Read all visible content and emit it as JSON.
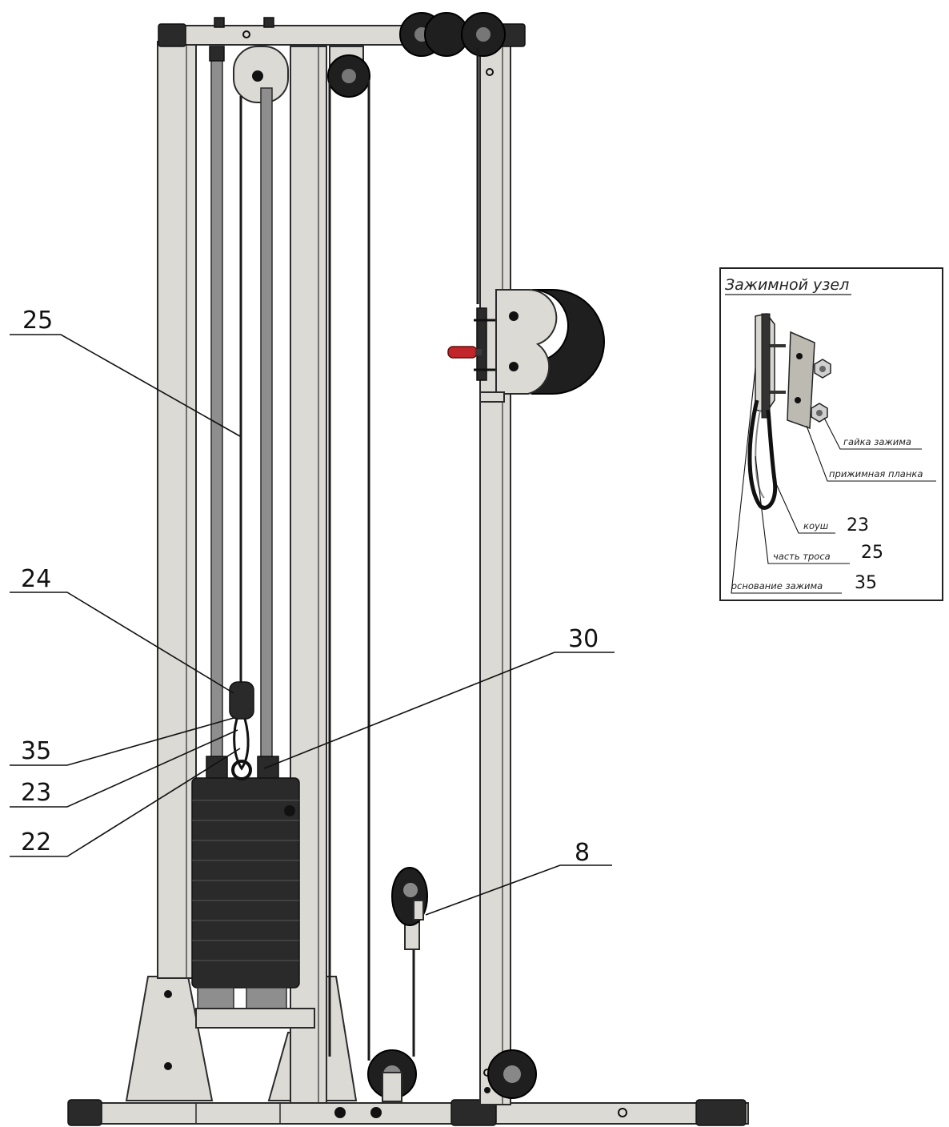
{
  "callouts": [
    {
      "id": "25",
      "label": "25"
    },
    {
      "id": "24",
      "label": "24"
    },
    {
      "id": "30",
      "label": "30"
    },
    {
      "id": "35",
      "label": "35"
    },
    {
      "id": "23",
      "label": "23"
    },
    {
      "id": "22",
      "label": "22"
    },
    {
      "id": "8",
      "label": "8"
    }
  ],
  "inset": {
    "title": "Зажимной узел",
    "labels": {
      "nut": "гайка зажима",
      "plate": "прижимная планка",
      "thimble": "коуш",
      "cable_part": "часть троса",
      "clamp_base": "основание зажима"
    },
    "numbers": {
      "thimble": "23",
      "cable_part": "25",
      "clamp_base": "35"
    }
  },
  "colors": {
    "frame": "#dcdad5",
    "weights": "#2a2a2a",
    "outline": "#2b2b2b",
    "pin_red": "#c0262a"
  }
}
